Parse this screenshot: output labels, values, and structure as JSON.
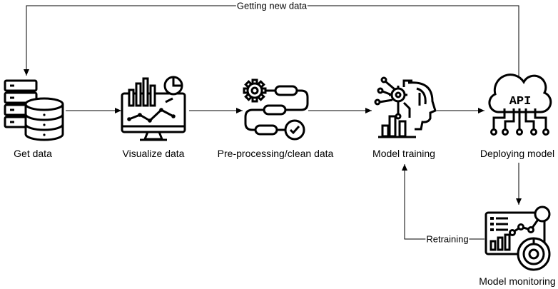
{
  "nodes": [
    {
      "id": "get-data",
      "label": "Get data",
      "icon": "server-database-icon"
    },
    {
      "id": "visualize-data",
      "label": "Visualize data",
      "icon": "monitor-chart-icon"
    },
    {
      "id": "preprocess",
      "label": "Pre-processing/clean data",
      "icon": "gears-pipeline-icon"
    },
    {
      "id": "model-training",
      "label": "Model training",
      "icon": "ai-head-icon"
    },
    {
      "id": "deploying-model",
      "label": "Deploying model",
      "icon": "cloud-api-icon"
    },
    {
      "id": "model-monitoring",
      "label": "Model monitoring",
      "icon": "dashboard-monitor-icon"
    }
  ],
  "edges": {
    "getting_new_data": "Getting new data",
    "retraining": "Retraining"
  },
  "icons": {
    "api_text": "API"
  },
  "colors": {
    "stroke": "#000000",
    "background": "#ffffff"
  }
}
